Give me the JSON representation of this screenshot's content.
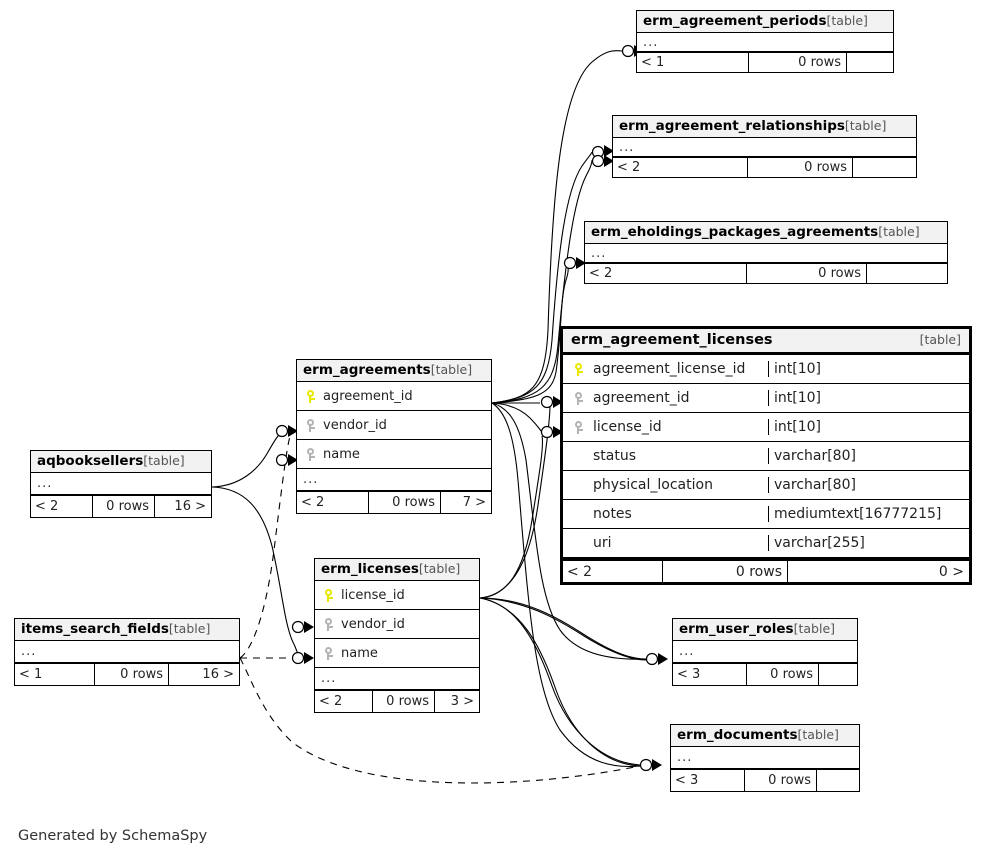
{
  "diagram": {
    "type": "entity-relationship-diagram",
    "generator_credit": "Generated by SchemaSpy",
    "table_tag": "[table]",
    "ellipsis": "...",
    "rows_suffix": "0 rows"
  },
  "tables": [
    {
      "id": "erm_agreement_periods",
      "name": "erm_agreement_periods",
      "tag": "[table]",
      "columns": [],
      "has_ellipsis_row": true,
      "footer": {
        "left": "< 1",
        "middle": "0 rows",
        "right": ""
      }
    },
    {
      "id": "erm_agreement_relationships",
      "name": "erm_agreement_relationships",
      "tag": "[table]",
      "columns": [],
      "has_ellipsis_row": true,
      "footer": {
        "left": "< 2",
        "middle": "0 rows",
        "right": ""
      }
    },
    {
      "id": "erm_eholdings_packages_agreements",
      "name": "erm_eholdings_packages_agreements",
      "tag": "[table]",
      "columns": [],
      "has_ellipsis_row": true,
      "footer": {
        "left": "< 2",
        "middle": "0 rows",
        "right": ""
      }
    },
    {
      "id": "erm_agreement_licenses",
      "name": "erm_agreement_licenses",
      "tag": "[table]",
      "columns": [
        {
          "key": "pk",
          "name": "agreement_license_id",
          "type": "int[10]"
        },
        {
          "key": "fk",
          "name": "agreement_id",
          "type": "int[10]"
        },
        {
          "key": "fk",
          "name": "license_id",
          "type": "int[10]"
        },
        {
          "key": "none",
          "name": "status",
          "type": "varchar[80]"
        },
        {
          "key": "none",
          "name": "physical_location",
          "type": "varchar[80]"
        },
        {
          "key": "none",
          "name": "notes",
          "type": "mediumtext[16777215]"
        },
        {
          "key": "none",
          "name": "uri",
          "type": "varchar[255]"
        }
      ],
      "has_ellipsis_row": false,
      "footer": {
        "left": "< 2",
        "middle": "0 rows",
        "right": "0 >"
      }
    },
    {
      "id": "erm_agreements",
      "name": "erm_agreements",
      "tag": "[table]",
      "columns": [
        {
          "key": "pk",
          "name": "agreement_id",
          "type": ""
        },
        {
          "key": "fk",
          "name": "vendor_id",
          "type": ""
        },
        {
          "key": "fk",
          "name": "name",
          "type": ""
        }
      ],
      "has_ellipsis_row": true,
      "footer": {
        "left": "< 2",
        "middle": "0 rows",
        "right": "7 >"
      }
    },
    {
      "id": "erm_licenses",
      "name": "erm_licenses",
      "tag": "[table]",
      "columns": [
        {
          "key": "pk",
          "name": "license_id",
          "type": ""
        },
        {
          "key": "fk",
          "name": "vendor_id",
          "type": ""
        },
        {
          "key": "fk",
          "name": "name",
          "type": ""
        }
      ],
      "has_ellipsis_row": true,
      "footer": {
        "left": "< 2",
        "middle": "0 rows",
        "right": "3 >"
      }
    },
    {
      "id": "aqbooksellers",
      "name": "aqbooksellers",
      "tag": "[table]",
      "columns": [],
      "has_ellipsis_row": true,
      "footer": {
        "left": "< 2",
        "middle": "0 rows",
        "right": "16 >"
      }
    },
    {
      "id": "items_search_fields",
      "name": "items_search_fields",
      "tag": "[table]",
      "columns": [],
      "has_ellipsis_row": true,
      "footer": {
        "left": "< 1",
        "middle": "0 rows",
        "right": "16 >"
      }
    },
    {
      "id": "erm_user_roles",
      "name": "erm_user_roles",
      "tag": "[table]",
      "columns": [],
      "has_ellipsis_row": true,
      "footer": {
        "left": "< 3",
        "middle": "0 rows",
        "right": ""
      }
    },
    {
      "id": "erm_documents",
      "name": "erm_documents",
      "tag": "[table]",
      "columns": [],
      "has_ellipsis_row": true,
      "footer": {
        "left": "< 3",
        "middle": "0 rows",
        "right": ""
      }
    }
  ],
  "colors": {
    "primary_key": "#e8e800",
    "foreign_key": "#b3b3b3",
    "header_bg": "#f2f2f2",
    "border": "#000000",
    "background": "#ffffff",
    "text": "#222222"
  }
}
